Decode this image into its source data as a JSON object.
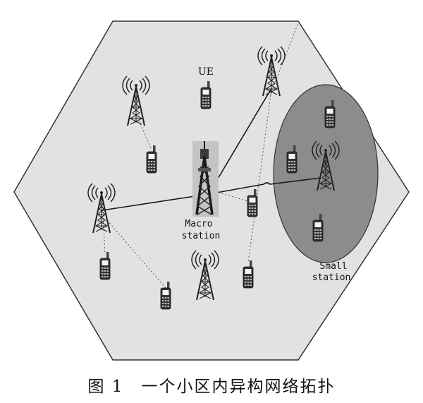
{
  "diagram": {
    "labels": {
      "ue": "UE",
      "macro_line1": "Macro",
      "macro_line2": "station",
      "small_line1": "Small",
      "small_line2": "station"
    },
    "caption": "图 1　一个小区内异构网络拓扑",
    "colors": {
      "hexagon_fill": "#e2e2e2",
      "hexagon_stroke": "#333333",
      "small_cell_fill": "#8c8c8c",
      "link_solid": "#1a1a1a",
      "link_dotted": "#555555",
      "tower": "#222222",
      "phone_body": "#333333",
      "phone_screen": "#f4f4f4"
    }
  }
}
